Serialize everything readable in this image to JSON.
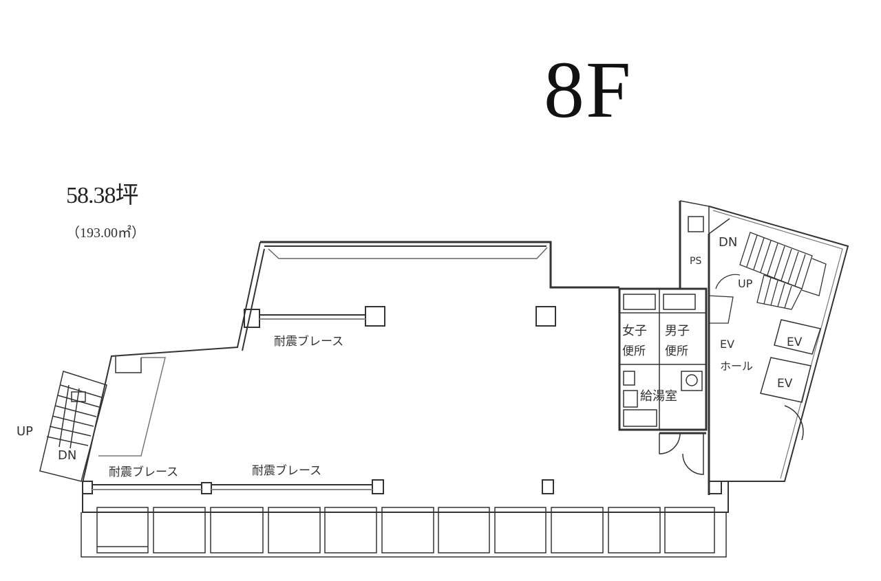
{
  "floor": {
    "title": "8F"
  },
  "area": {
    "tsubo": "58.38坪",
    "square_meters": "（193.00㎡）"
  },
  "labels": {
    "brace_top": "耐震ブレース",
    "brace_bottom_left": "耐震ブレース",
    "brace_bottom_right": "耐震ブレース",
    "left_stair_up": "UP",
    "left_stair_down": "DN",
    "right_stair_down": "DN",
    "right_stair_up": "UP",
    "ps": "PS",
    "womens_toilet_1": "女子",
    "womens_toilet_2": "便所",
    "mens_toilet_1": "男子",
    "mens_toilet_2": "便所",
    "kitchenette": "給湯室",
    "ev_hall_1": "EV",
    "ev_hall_2": "ホール",
    "elevator_1": "EV",
    "elevator_2": "EV"
  },
  "colors": {
    "line": "#333333",
    "background": "#ffffff"
  }
}
